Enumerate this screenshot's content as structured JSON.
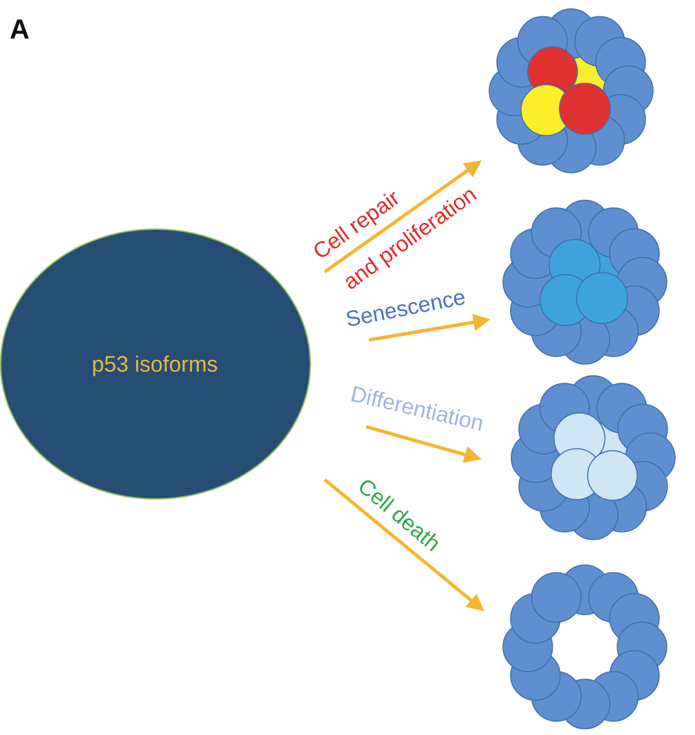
{
  "panel_label": "A",
  "source": {
    "label": "p53 isoforms",
    "fill_color": "#264d73",
    "text_color": "#e6b93b"
  },
  "arrow_color": "#f2b632",
  "cell_colors": {
    "outer": "#5e8fd0",
    "red": "#e03131",
    "yellow": "#fbee2a",
    "senescent": "#3fa4dc",
    "differentiated": "#cfe6f4"
  },
  "outcomes": [
    {
      "label_line1": "Cell repair",
      "label_line2": "and proliferation",
      "color": "#e02b2b"
    },
    {
      "label": "Senescence",
      "color": "#4a6fc0"
    },
    {
      "label": "Differentiation",
      "color": "#9db4e0"
    },
    {
      "label": "Cell death",
      "color": "#2fa64a"
    }
  ]
}
